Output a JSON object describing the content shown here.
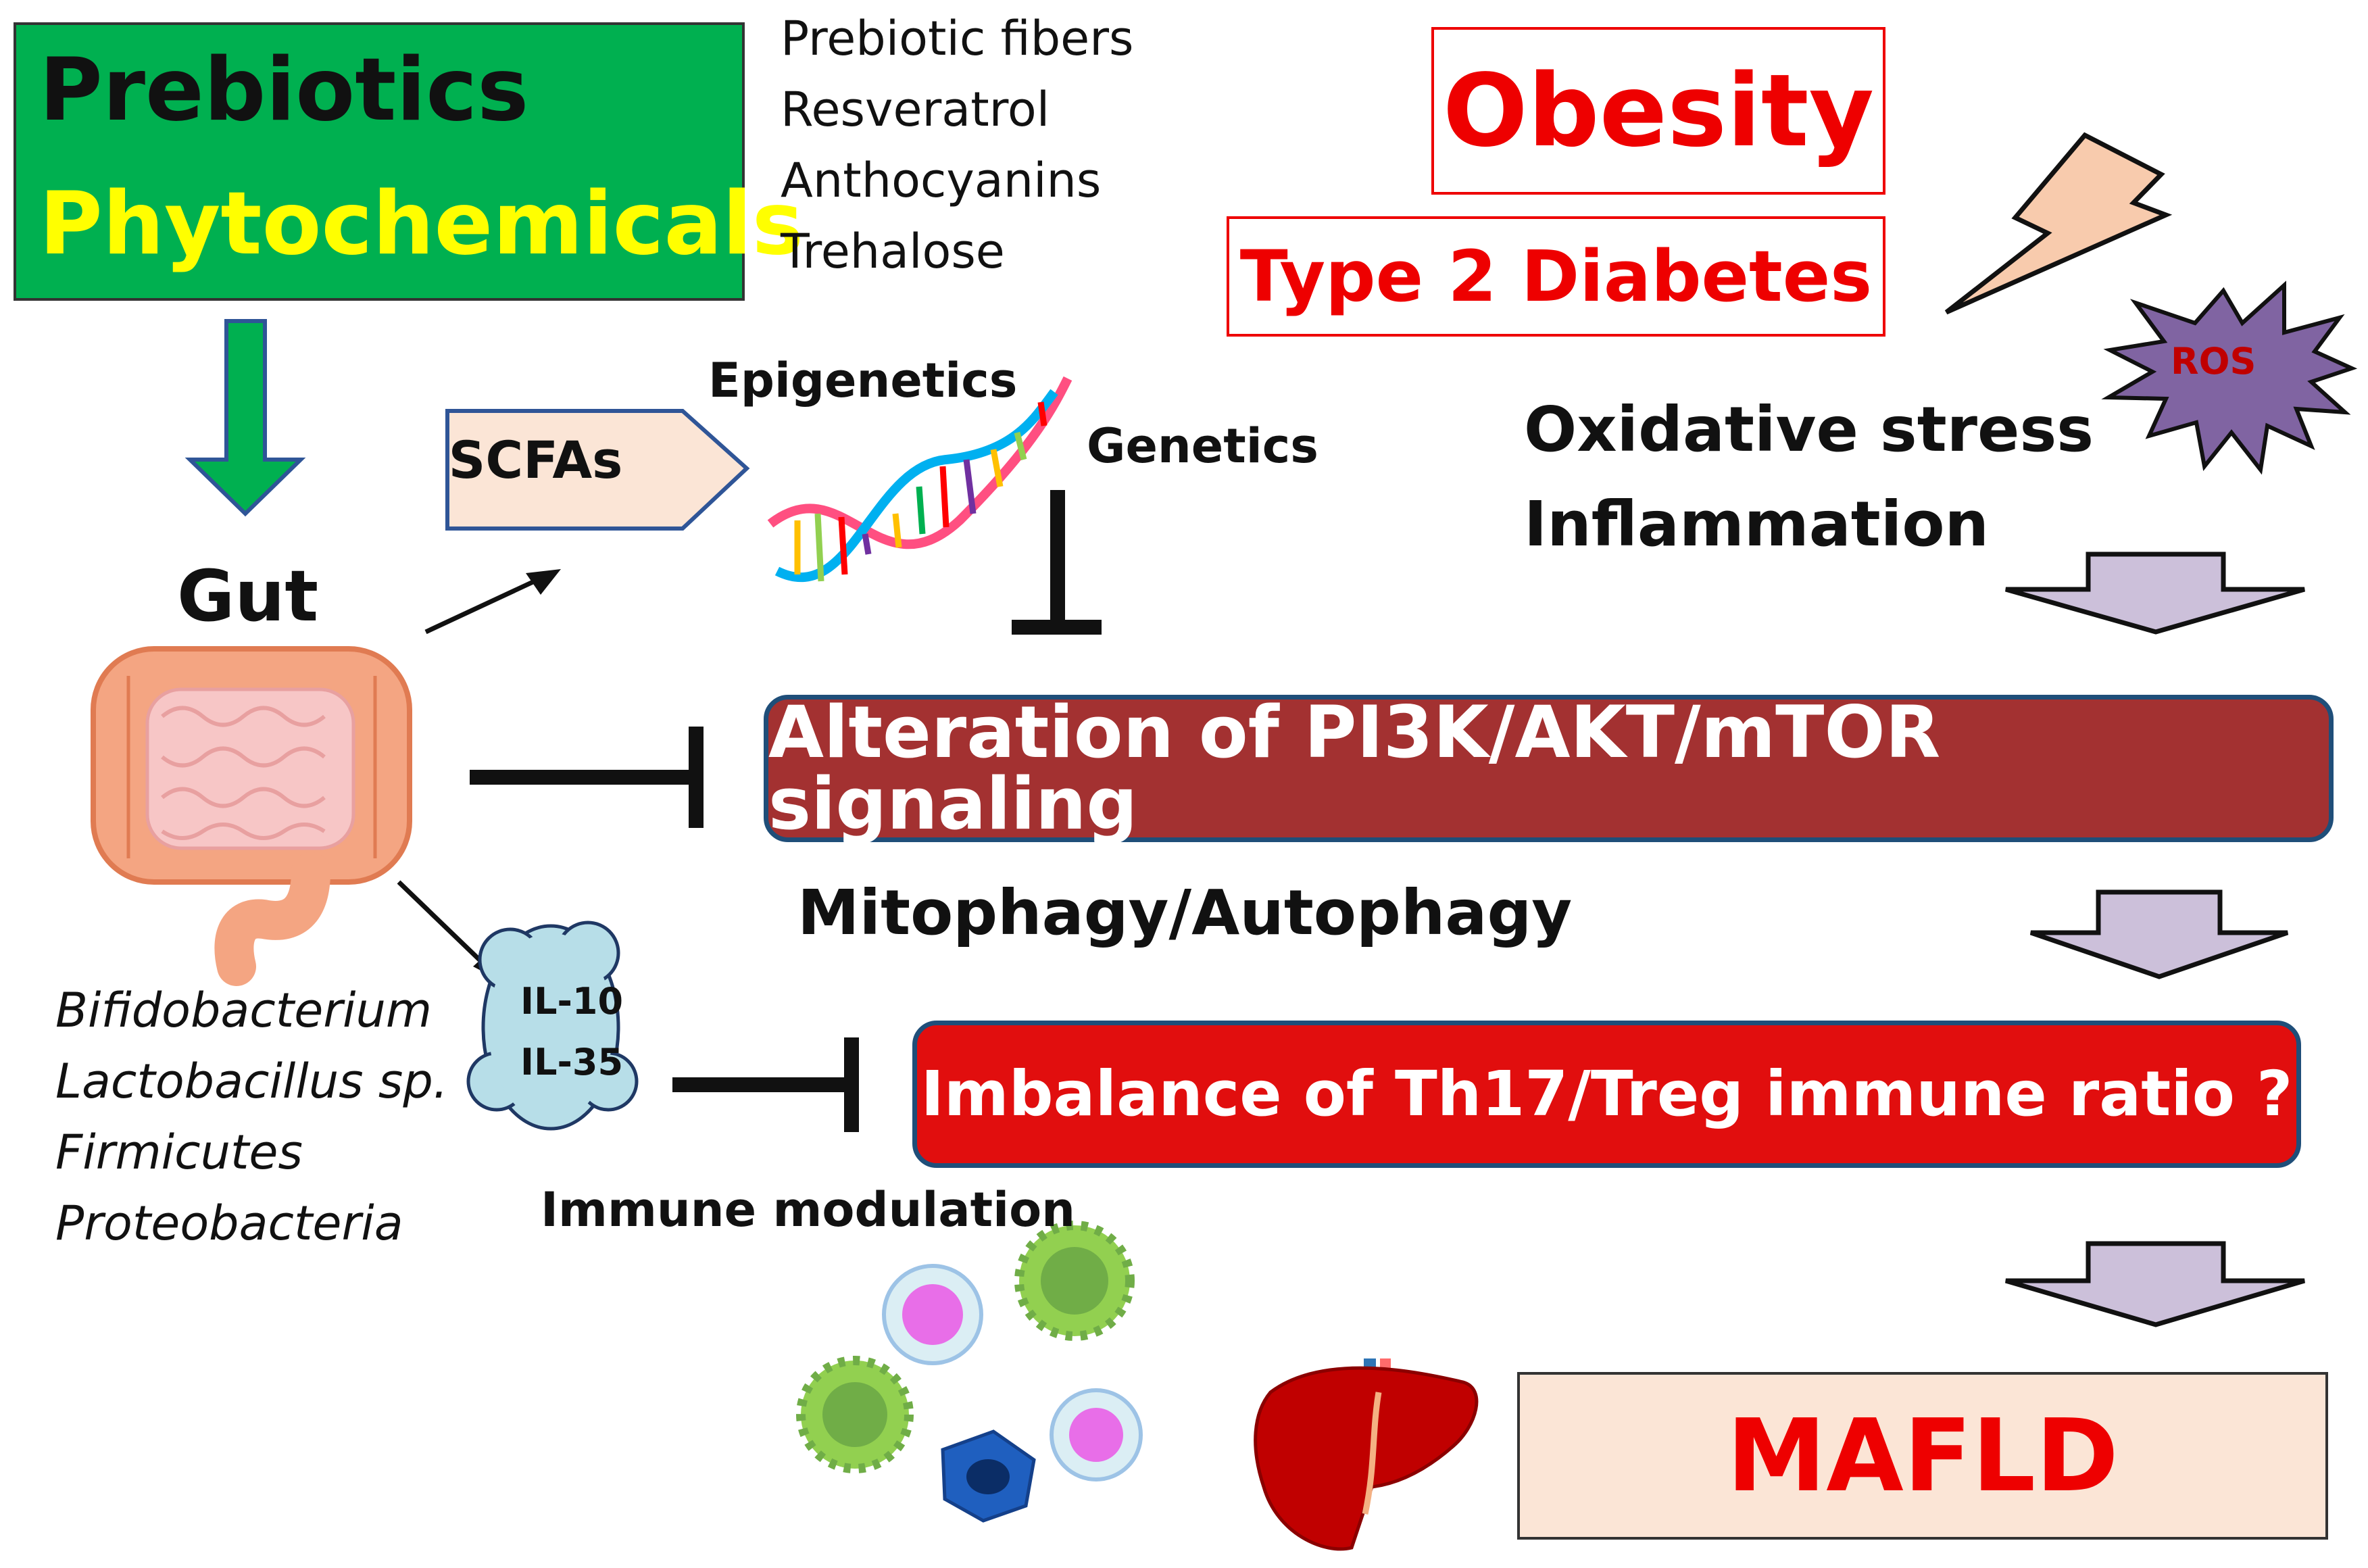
{
  "title_box": {
    "line1": "Prebiotics",
    "line2": "Phytochemicals"
  },
  "compounds": [
    "Prebiotic fibers",
    "Resveratrol",
    "Anthocyanins",
    "Trehalose"
  ],
  "conditions": {
    "obesity": "Obesity",
    "type2_diabetes": "Type 2 Diabetes"
  },
  "ros": "ROS",
  "stress": {
    "oxidative": "Oxidative stress",
    "inflammation": "Inflammation"
  },
  "scfa": "SCFAs",
  "epigenetics": "Epigenetics",
  "genetics": "Genetics",
  "gut": "Gut",
  "pathways": {
    "pi3k": "Alteration of PI3K/AKT/mTOR signaling",
    "mitophagy": "Mitophagy/Autophagy",
    "th17": "Imbalance of Th17/Treg immune ratio ?"
  },
  "bacteria": [
    "Bifidobacterium",
    "Lactobacillus sp.",
    "Firmicutes",
    "Proteobacteria"
  ],
  "interleukins": [
    "IL-10",
    "IL-35"
  ],
  "immune_modulation": "Immune modulation",
  "outcome": "MAFLD",
  "colors": {
    "green": "#00b050",
    "yellow": "#ffff00",
    "red": "#e00000",
    "darkred": "#a33131",
    "lavender": "#ccc0da",
    "peach": "#fbe5d6"
  }
}
